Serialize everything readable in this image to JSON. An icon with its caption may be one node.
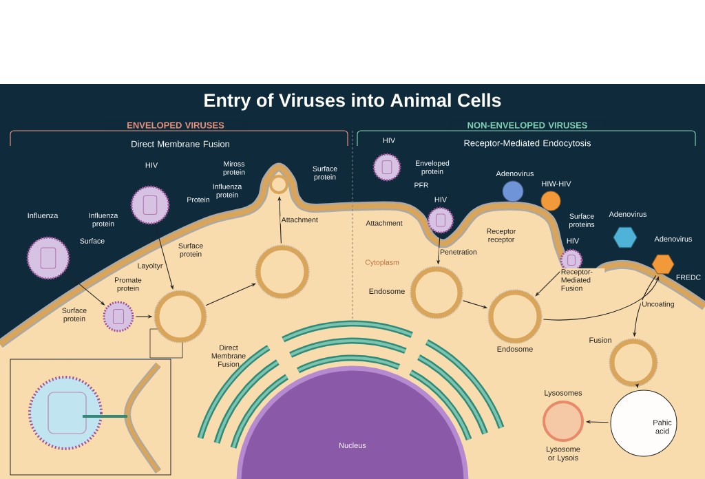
{
  "diagram": {
    "title": "Entry of Viruses into Animal Cells",
    "nodes": [
      {
        "text": [
          "Influenza"
        ]
      },
      {
        "text": [
          "HIV"
        ]
      },
      {
        "text": [],
        "shape": "circle"
      },
      {
        "text": [],
        "shape": "circle"
      },
      {
        "text": [],
        "shape": "circle"
      },
      {
        "text": [],
        "shape": "circle"
      },
      {
        "text": [
          "HIV"
        ]
      },
      {
        "text": [
          "HIV"
        ]
      },
      {
        "text": [
          "Adenovirus"
        ]
      },
      {
        "text": [
          "HIW-HIV"
        ]
      },
      {
        "text": [
          "HIV"
        ]
      },
      {
        "text": [
          "Adenovirus"
        ]
      },
      {
        "text": [
          "Adenovirus"
        ]
      },
      {
        "text": [
          "Endosome"
        ]
      },
      {
        "text": [
          "Endosome"
        ]
      },
      {
        "text": [
          "Fusion"
        ]
      },
      {
        "text": [
          "Pahic acid"
        ]
      },
      {
        "text": [
          "Lysosomes",
          "Lysosome or Lysois"
        ]
      },
      {
        "text": [
          "Nucleus"
        ]
      }
    ],
    "edges": [
      {
        "from": 0,
        "to": 2,
        "arrow": "to"
      },
      {
        "from": 1,
        "to": 3,
        "arrow": "to"
      },
      {
        "from": 2,
        "to": 3,
        "arrow": "to"
      },
      {
        "from": 3,
        "to": 4,
        "arrow": "to"
      },
      {
        "from": 4,
        "to": 5,
        "arrow": "to",
        "label": "Attachment"
      },
      {
        "from": 7,
        "to": 13,
        "arrow": "to",
        "label": "Penetration"
      },
      {
        "from": 13,
        "to": 14,
        "arrow": "to"
      },
      {
        "from": 10,
        "to": 14,
        "arrow": "to",
        "label": "Receptor-Mediated Fusion"
      },
      {
        "from": 14,
        "to": 12,
        "arrow": "to"
      },
      {
        "from": 12,
        "to": 15,
        "arrow": "to",
        "label": "Uncoating"
      },
      {
        "from": 15,
        "to": 16,
        "arrow": "to"
      },
      {
        "from": 16,
        "to": 17,
        "arrow": "to"
      }
    ],
    "labels": [
      "ENVELOPED VIRUSES",
      "Direct Membrane Fusion",
      "NON-ENVELOPED VIRUSES",
      "Receptor-Mediated Endocytosis",
      "Miross protein",
      "Surface protein",
      "Influenza protein",
      "Protein",
      "Influenza protein",
      "Surface",
      "Layoltyr",
      "Surface protein",
      "Promate protein",
      "Surface protein",
      "Enveloped protein",
      "PFR",
      "Attachment",
      "Receptor receptor",
      "Surface proteins",
      "Cytoplasm",
      "FREDC",
      "Direct Membrane Fusion"
    ]
  }
}
